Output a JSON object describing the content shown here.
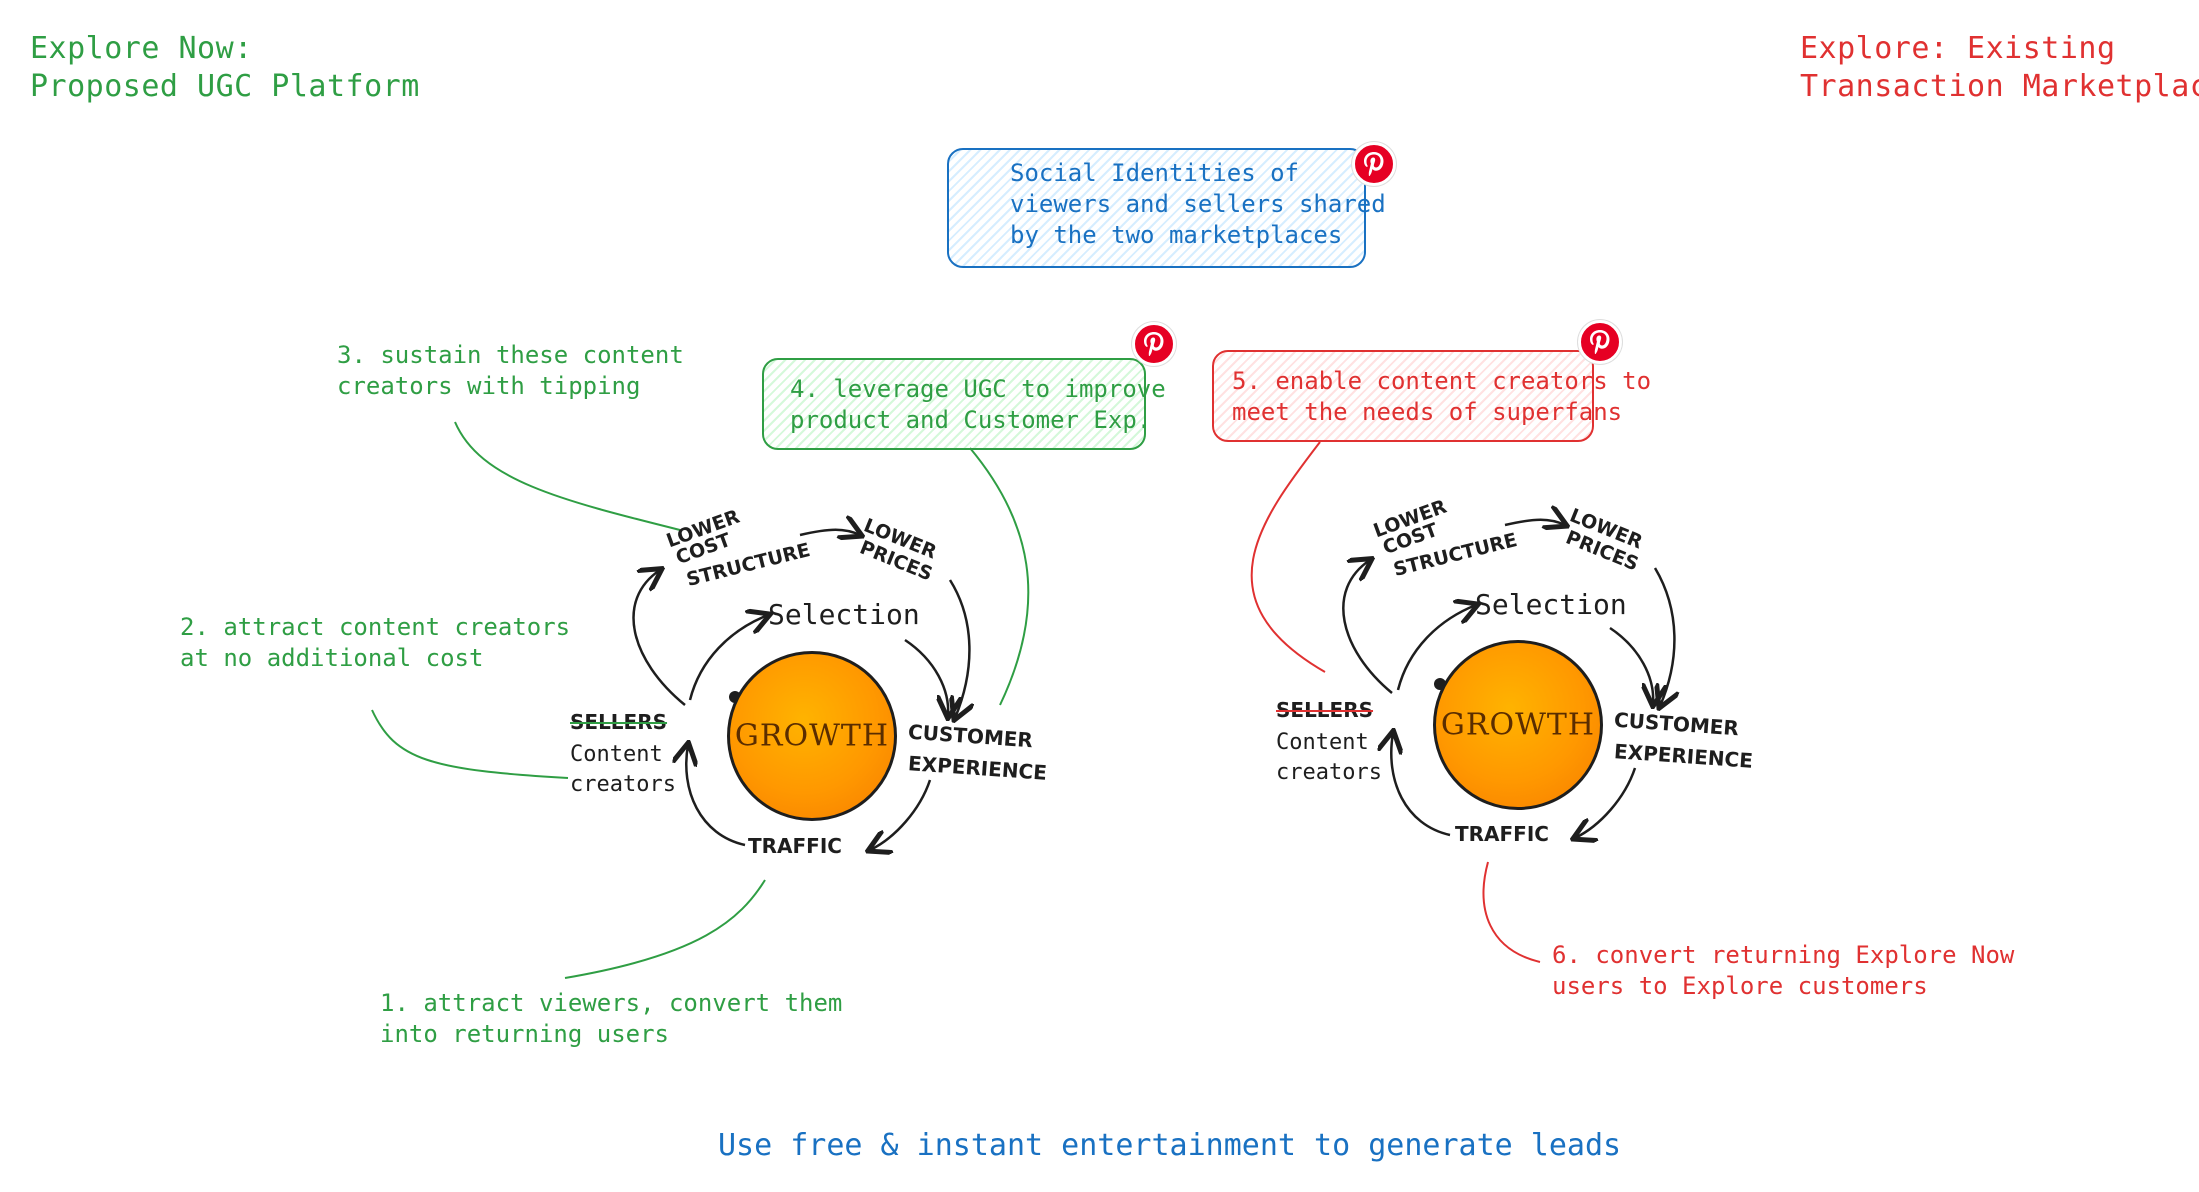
{
  "headers": {
    "left_line1": "Explore Now:",
    "left_line2": "Proposed UGC Platform",
    "right_line1": "Explore: Existing",
    "right_line2": "Transaction Marketplace"
  },
  "shared_box": {
    "line1": "Social Identities of",
    "line2": "viewers and sellers shared",
    "line3": "by the two marketplaces"
  },
  "notes": {
    "note1_line1": "1. attract viewers, convert them",
    "note1_line2": "into returning users",
    "note2_line1": "2. attract content creators",
    "note2_line2": "at no additional cost",
    "note3_line1": "3. sustain these content",
    "note3_line2": "creators with tipping",
    "note4_line1": "4. leverage UGC to improve",
    "note4_line2": "product and Customer Exp.",
    "note5_line1": "5. enable content creators to",
    "note5_line2": "meet the needs of superfans",
    "note6_line1": "6. convert returning Explore Now",
    "note6_line2": "users to Explore customers"
  },
  "flywheel": {
    "lower_cost_1": "LOWER",
    "lower_cost_2": "COST",
    "lower_cost_3": "STRUCTURE",
    "lower_prices_1": "LOWER",
    "lower_prices_2": "PRICES",
    "selection": "Selection",
    "growth": "GROWTH",
    "customer_1": "CUSTOMER",
    "customer_2": "EXPERIENCE",
    "traffic": "TRAFFIC",
    "sellers": "SELLERS",
    "content_1": "Content",
    "content_2": "creators"
  },
  "footer": "Use free & instant entertainment to generate leads",
  "colors": {
    "green": "#2f9e44",
    "red": "#e03131",
    "blue": "#1971c2",
    "growth_orange": "#ff9800",
    "pinterest_red": "#e60023"
  },
  "icons": [
    "pinterest-icon"
  ]
}
